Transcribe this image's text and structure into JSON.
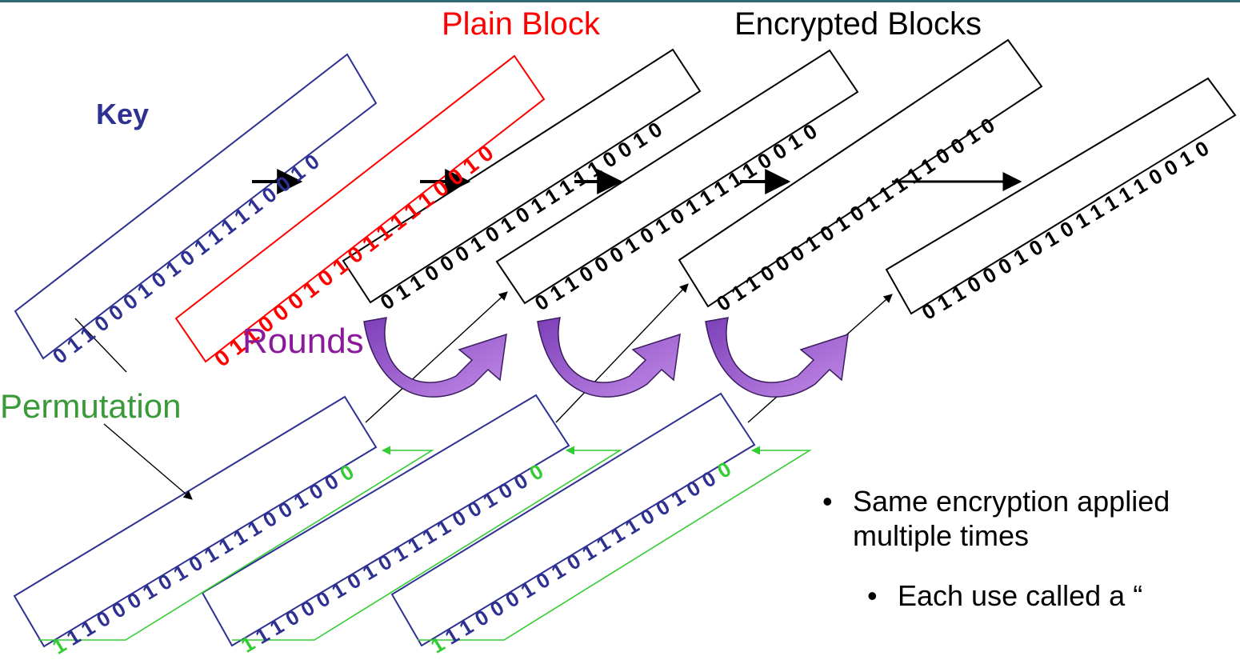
{
  "labels": {
    "plain_block": "Plain Block",
    "encrypted_blocks": "Encrypted Blocks",
    "key": "Key",
    "rounds": "Rounds",
    "permutation": "Permutation"
  },
  "bits": {
    "key": "0110001010111110010",
    "plain": "0110001010111110010",
    "encrypted": "0110001010111110010",
    "permuted_body": "110001010111100100",
    "permuted_first": "1",
    "permuted_last": "0"
  },
  "bullets": {
    "main": "Same encryption applied multiple times",
    "sub": "Each use called a “"
  },
  "colors": {
    "key": "#2e3192",
    "plain": "#ff0000",
    "encrypted": "#000000",
    "rounds_label": "#8b1a9b",
    "rounds_arrow": "#9b4fd0",
    "permutation_label": "#3a9a3a",
    "permutation_bits": "#33cc33",
    "bracket_line": "#33cc33"
  },
  "icons": {
    "round_arrow": "curved-arrow-icon",
    "step_arrow": "right-arrow-icon"
  }
}
